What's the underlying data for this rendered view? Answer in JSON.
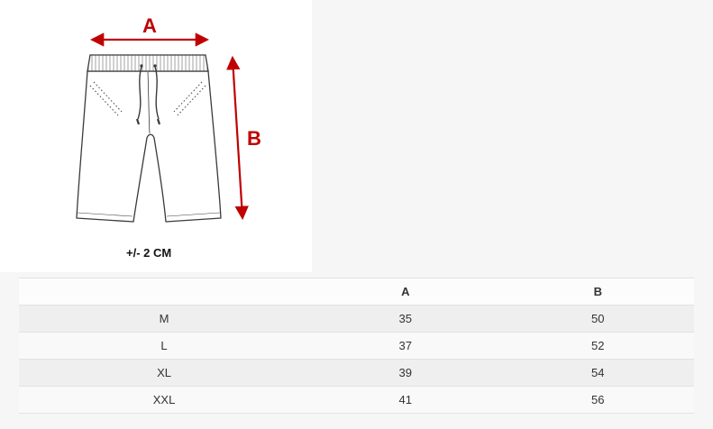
{
  "diagram": {
    "width_label": "A",
    "length_label": "B",
    "tolerance_label": "+/-  2 CM",
    "arrow_color": "#c00000"
  },
  "size_table": {
    "columns": [
      "",
      "A",
      "B"
    ],
    "rows": [
      {
        "size": "M",
        "a": "35",
        "b": "50"
      },
      {
        "size": "L",
        "a": "37",
        "b": "52"
      },
      {
        "size": "XL",
        "a": "39",
        "b": "54"
      },
      {
        "size": "XXL",
        "a": "41",
        "b": "56"
      }
    ]
  }
}
